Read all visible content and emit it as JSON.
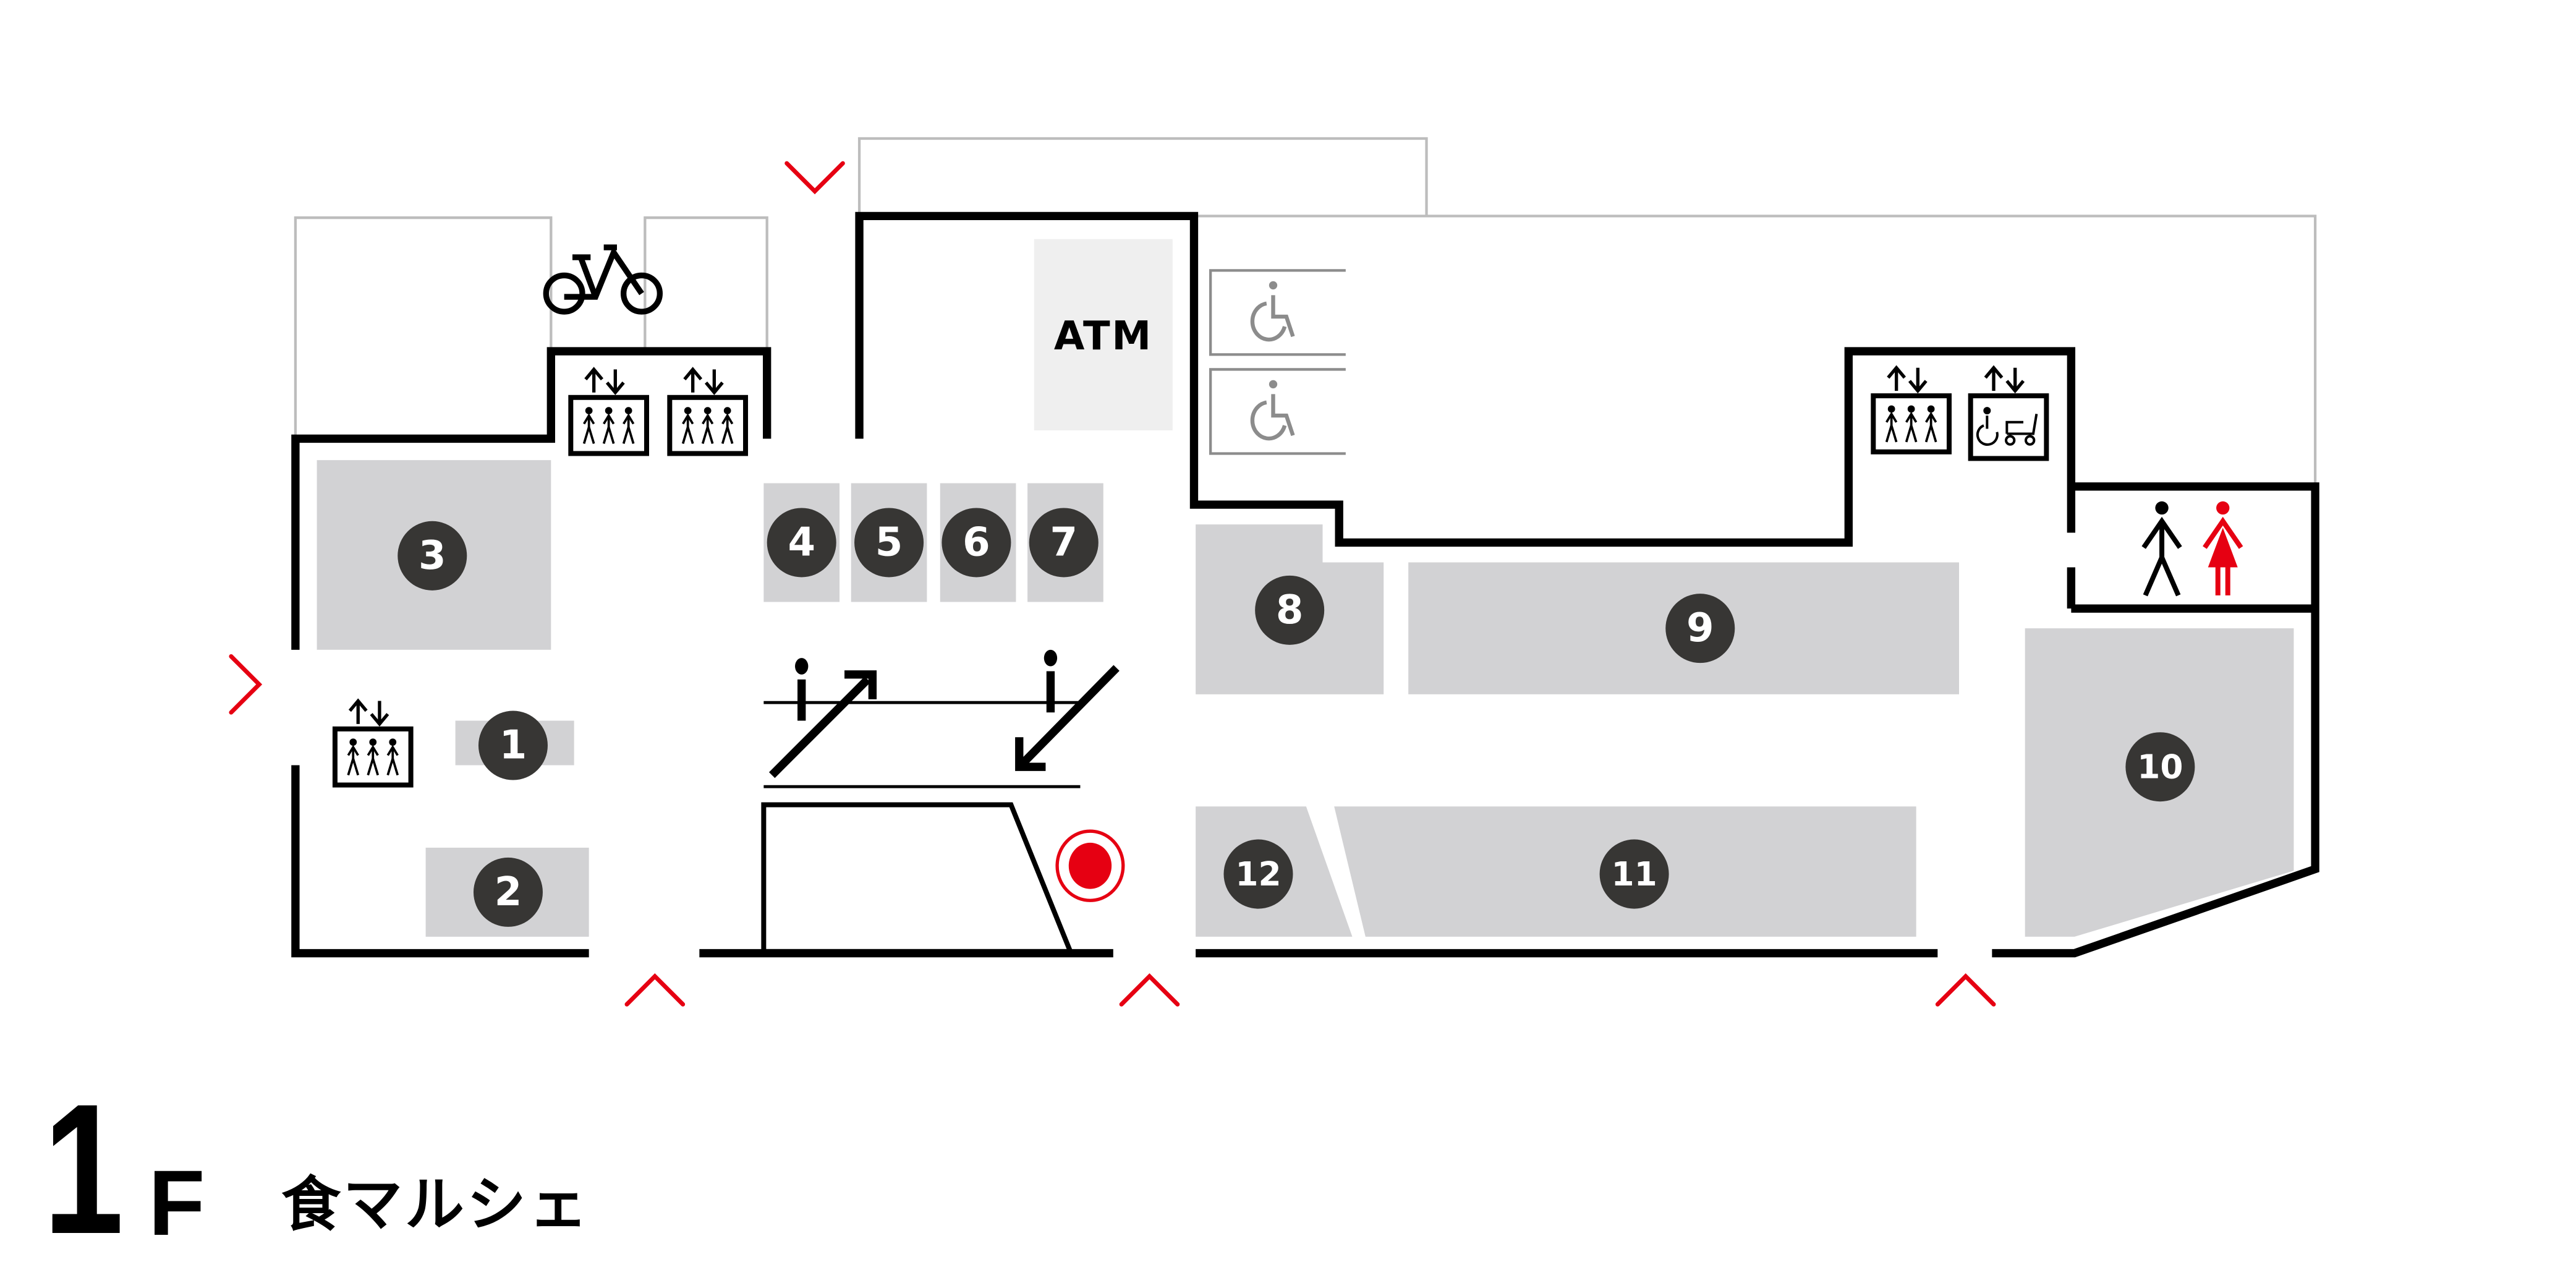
{
  "floor": {
    "number": "1",
    "suffix": "F",
    "name": "食マルシェ"
  },
  "colors": {
    "wall": "#000000",
    "shop_fill": "#d2d2d4",
    "badge_fill": "#373634",
    "badge_text": "#ffffff",
    "entrance_arrow": "#e60012",
    "current_location": "#e60012",
    "accessible_parking": "#8c8c8c",
    "atm_fill": "#efefef",
    "restroom_female": "#e60012"
  },
  "facilities": {
    "atm_label": "ATM",
    "icons": [
      "bicycle-parking-icon",
      "elevator-icon",
      "accessible-elevator-icon",
      "accessible-parking-icon",
      "restroom-icon",
      "escalator-up-icon",
      "escalator-down-icon",
      "current-location-icon",
      "entrance-icon"
    ]
  },
  "shops": [
    {
      "id": "1",
      "label": "1"
    },
    {
      "id": "2",
      "label": "2"
    },
    {
      "id": "3",
      "label": "3"
    },
    {
      "id": "4",
      "label": "4"
    },
    {
      "id": "5",
      "label": "5"
    },
    {
      "id": "6",
      "label": "6"
    },
    {
      "id": "7",
      "label": "7"
    },
    {
      "id": "8",
      "label": "8"
    },
    {
      "id": "9",
      "label": "9"
    },
    {
      "id": "10",
      "label": "10"
    },
    {
      "id": "11",
      "label": "11"
    },
    {
      "id": "12",
      "label": "12"
    }
  ]
}
